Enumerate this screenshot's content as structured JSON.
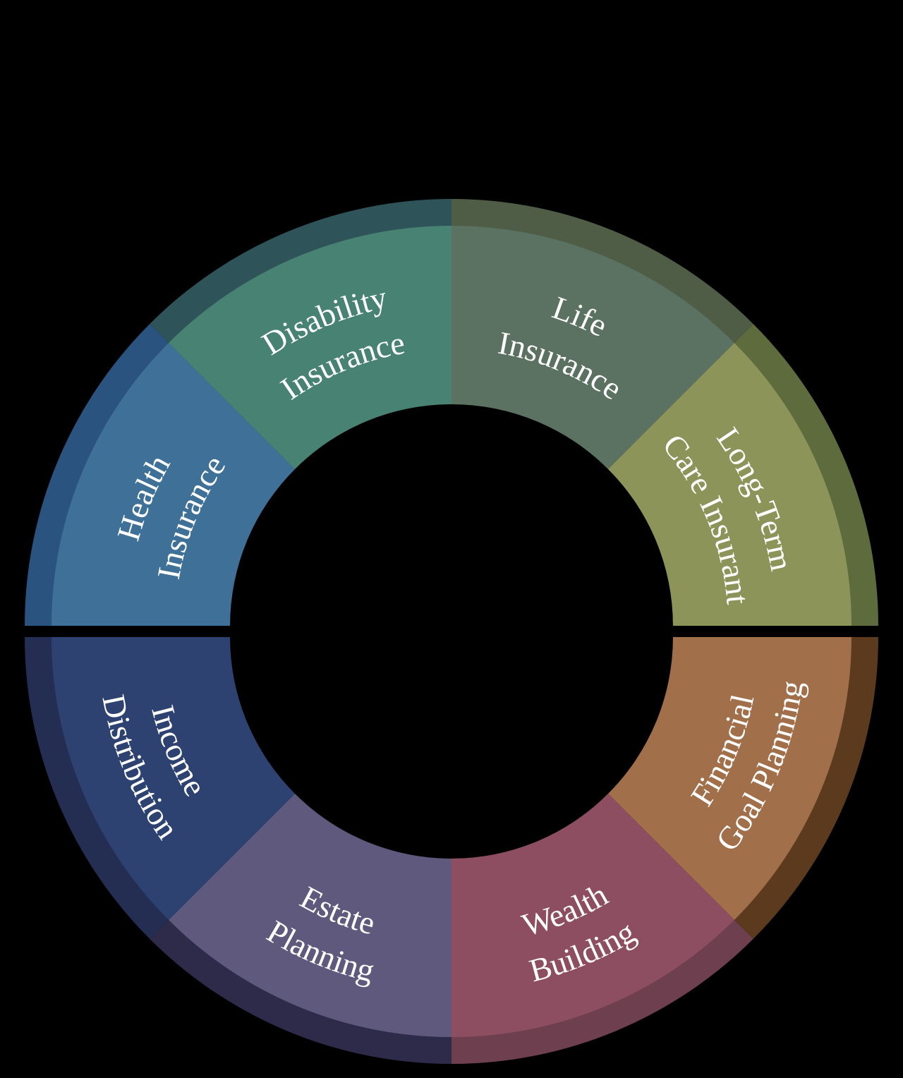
{
  "page": {
    "background_color": "#000000",
    "text_color": "#FFFFFF"
  },
  "chart_data": {
    "type": "pie",
    "subtype": "donut-wheel-infographic",
    "title": "",
    "legend_position": "none",
    "background_color": "#000000",
    "label_text_color": "#FFFFFF",
    "categories": [
      "Life Insurance",
      "Long-Term Care Insurant",
      "Financial Goal Planning",
      "Wealth Building",
      "Estate Planning",
      "Income Distribution",
      "Health Insurance",
      "Disability Insurance"
    ],
    "values": [
      12.5,
      12.5,
      12.5,
      12.5,
      12.5,
      12.5,
      12.5,
      12.5
    ],
    "unit": "percent-of-circle",
    "segments": [
      {
        "name": "Life Insurance",
        "lines": [
          "Life",
          "Insurance"
        ],
        "face_color": "#5B7161",
        "rim_color": "#4F5D47",
        "start_angle_deg": 45,
        "end_angle_deg": 90,
        "half": "top"
      },
      {
        "name": "Long-Term Care Insurant",
        "lines": [
          "Long-Term",
          "Care Insurant"
        ],
        "face_color": "#8D9459",
        "rim_color": "#5D6B3D",
        "start_angle_deg": 0,
        "end_angle_deg": 45,
        "half": "top"
      },
      {
        "name": "Financial Goal Planning",
        "lines": [
          "Financial",
          "Goal Planning"
        ],
        "face_color": "#A16F4A",
        "rim_color": "#5B3A1E",
        "start_angle_deg": 315,
        "end_angle_deg": 360,
        "half": "bottom"
      },
      {
        "name": "Wealth Building",
        "lines": [
          "Wealth",
          "Building"
        ],
        "face_color": "#8E4E62",
        "rim_color": "#6D3F4F",
        "start_angle_deg": 270,
        "end_angle_deg": 315,
        "half": "bottom"
      },
      {
        "name": "Estate Planning",
        "lines": [
          "Estate",
          "Planning"
        ],
        "face_color": "#5F5A7D",
        "rim_color": "#2E2B4A",
        "start_angle_deg": 225,
        "end_angle_deg": 270,
        "half": "bottom"
      },
      {
        "name": "Income Distribution",
        "lines": [
          "Income",
          "Distribution"
        ],
        "face_color": "#2D4271",
        "rim_color": "#242E52",
        "start_angle_deg": 180,
        "end_angle_deg": 225,
        "half": "bottom"
      },
      {
        "name": "Health Insurance",
        "lines": [
          "Health",
          "Insurance"
        ],
        "face_color": "#3F7097",
        "rim_color": "#2A5380",
        "start_angle_deg": 135,
        "end_angle_deg": 180,
        "half": "top"
      },
      {
        "name": "Disability Insurance",
        "lines": [
          "Disability",
          "Insurance"
        ],
        "face_color": "#478272",
        "rim_color": "#2E5459",
        "start_angle_deg": 90,
        "end_angle_deg": 135,
        "half": "top"
      }
    ]
  }
}
